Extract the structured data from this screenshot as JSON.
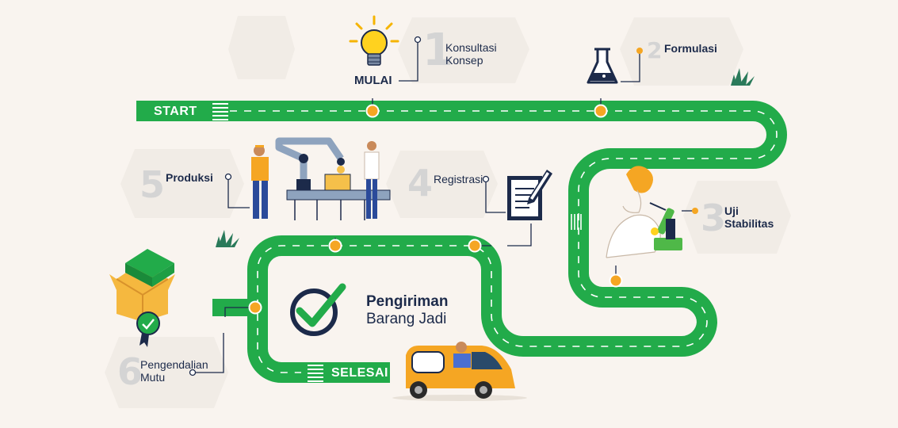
{
  "road": {
    "start_label": "START",
    "end_label": "SELESAI"
  },
  "begin": {
    "label": "MULAI"
  },
  "steps": [
    {
      "number": "1",
      "line1": "Konsultasi",
      "line2": "Konsep"
    },
    {
      "number": "2",
      "line1": "Formulasi",
      "line2": ""
    },
    {
      "number": "3",
      "line1": "Uji",
      "line2": "Stabilitas"
    },
    {
      "number": "4",
      "line1": "Registrasi",
      "line2": ""
    },
    {
      "number": "5",
      "line1": "Produksi",
      "line2": ""
    },
    {
      "number": "6",
      "line1": "Pengendalian",
      "line2": "Mutu"
    }
  ],
  "delivery": {
    "line1": "Pengiriman",
    "line2": "Barang Jadi"
  },
  "colors": {
    "road": "#22ab4a",
    "marker": "#f5a623",
    "text": "#1c2a4a",
    "background": "#f9f4ef"
  },
  "icons": [
    "lightbulb-icon",
    "flask-icon",
    "scientist-microscope-icon",
    "document-pen-icon",
    "factory-robot-icon",
    "package-quality-icon",
    "checkmark-icon",
    "delivery-van-icon",
    "plant-icon"
  ]
}
